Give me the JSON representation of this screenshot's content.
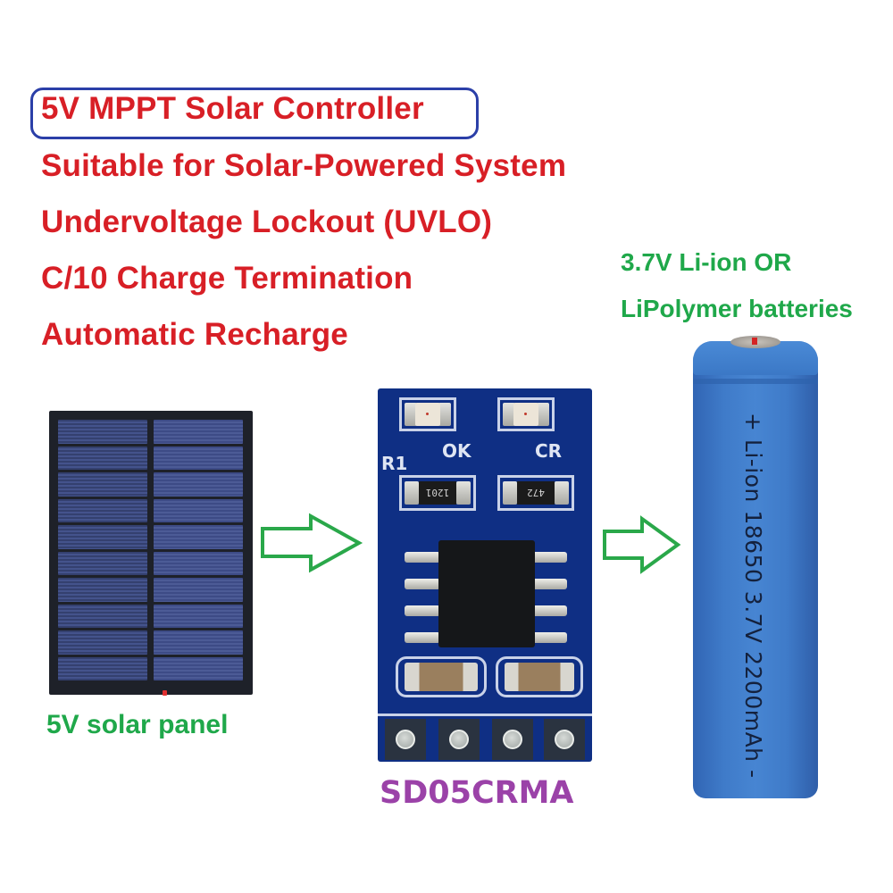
{
  "headline": {
    "title": "5V MPPT Solar Controller",
    "features": [
      "Suitable for Solar-Powered System",
      "Undervoltage Lockout (UVLO)",
      "C/10 Charge Termination",
      "Automatic Recharge"
    ]
  },
  "battery_caption": {
    "line1": "3.7V Li-ion OR",
    "line2": "LiPolymer batteries"
  },
  "solar_panel": {
    "caption": "5V solar panel"
  },
  "pcb": {
    "model": "SD05CRMA",
    "led_labels": [
      "OK",
      "CR"
    ],
    "resistor_designator": "R1",
    "resistor_markings": [
      "1201",
      "472"
    ],
    "pin_count": 4
  },
  "battery": {
    "label": "+ Li-ion 18650 3.7V 2200mAh -"
  },
  "colors": {
    "feature_red": "#d81f26",
    "title_box_blue": "#2b3fa8",
    "caption_green": "#1fa84a",
    "model_purple": "#9b42a8",
    "pcb_blue": "#0f2f84",
    "battery_blue": "#4785d2"
  }
}
